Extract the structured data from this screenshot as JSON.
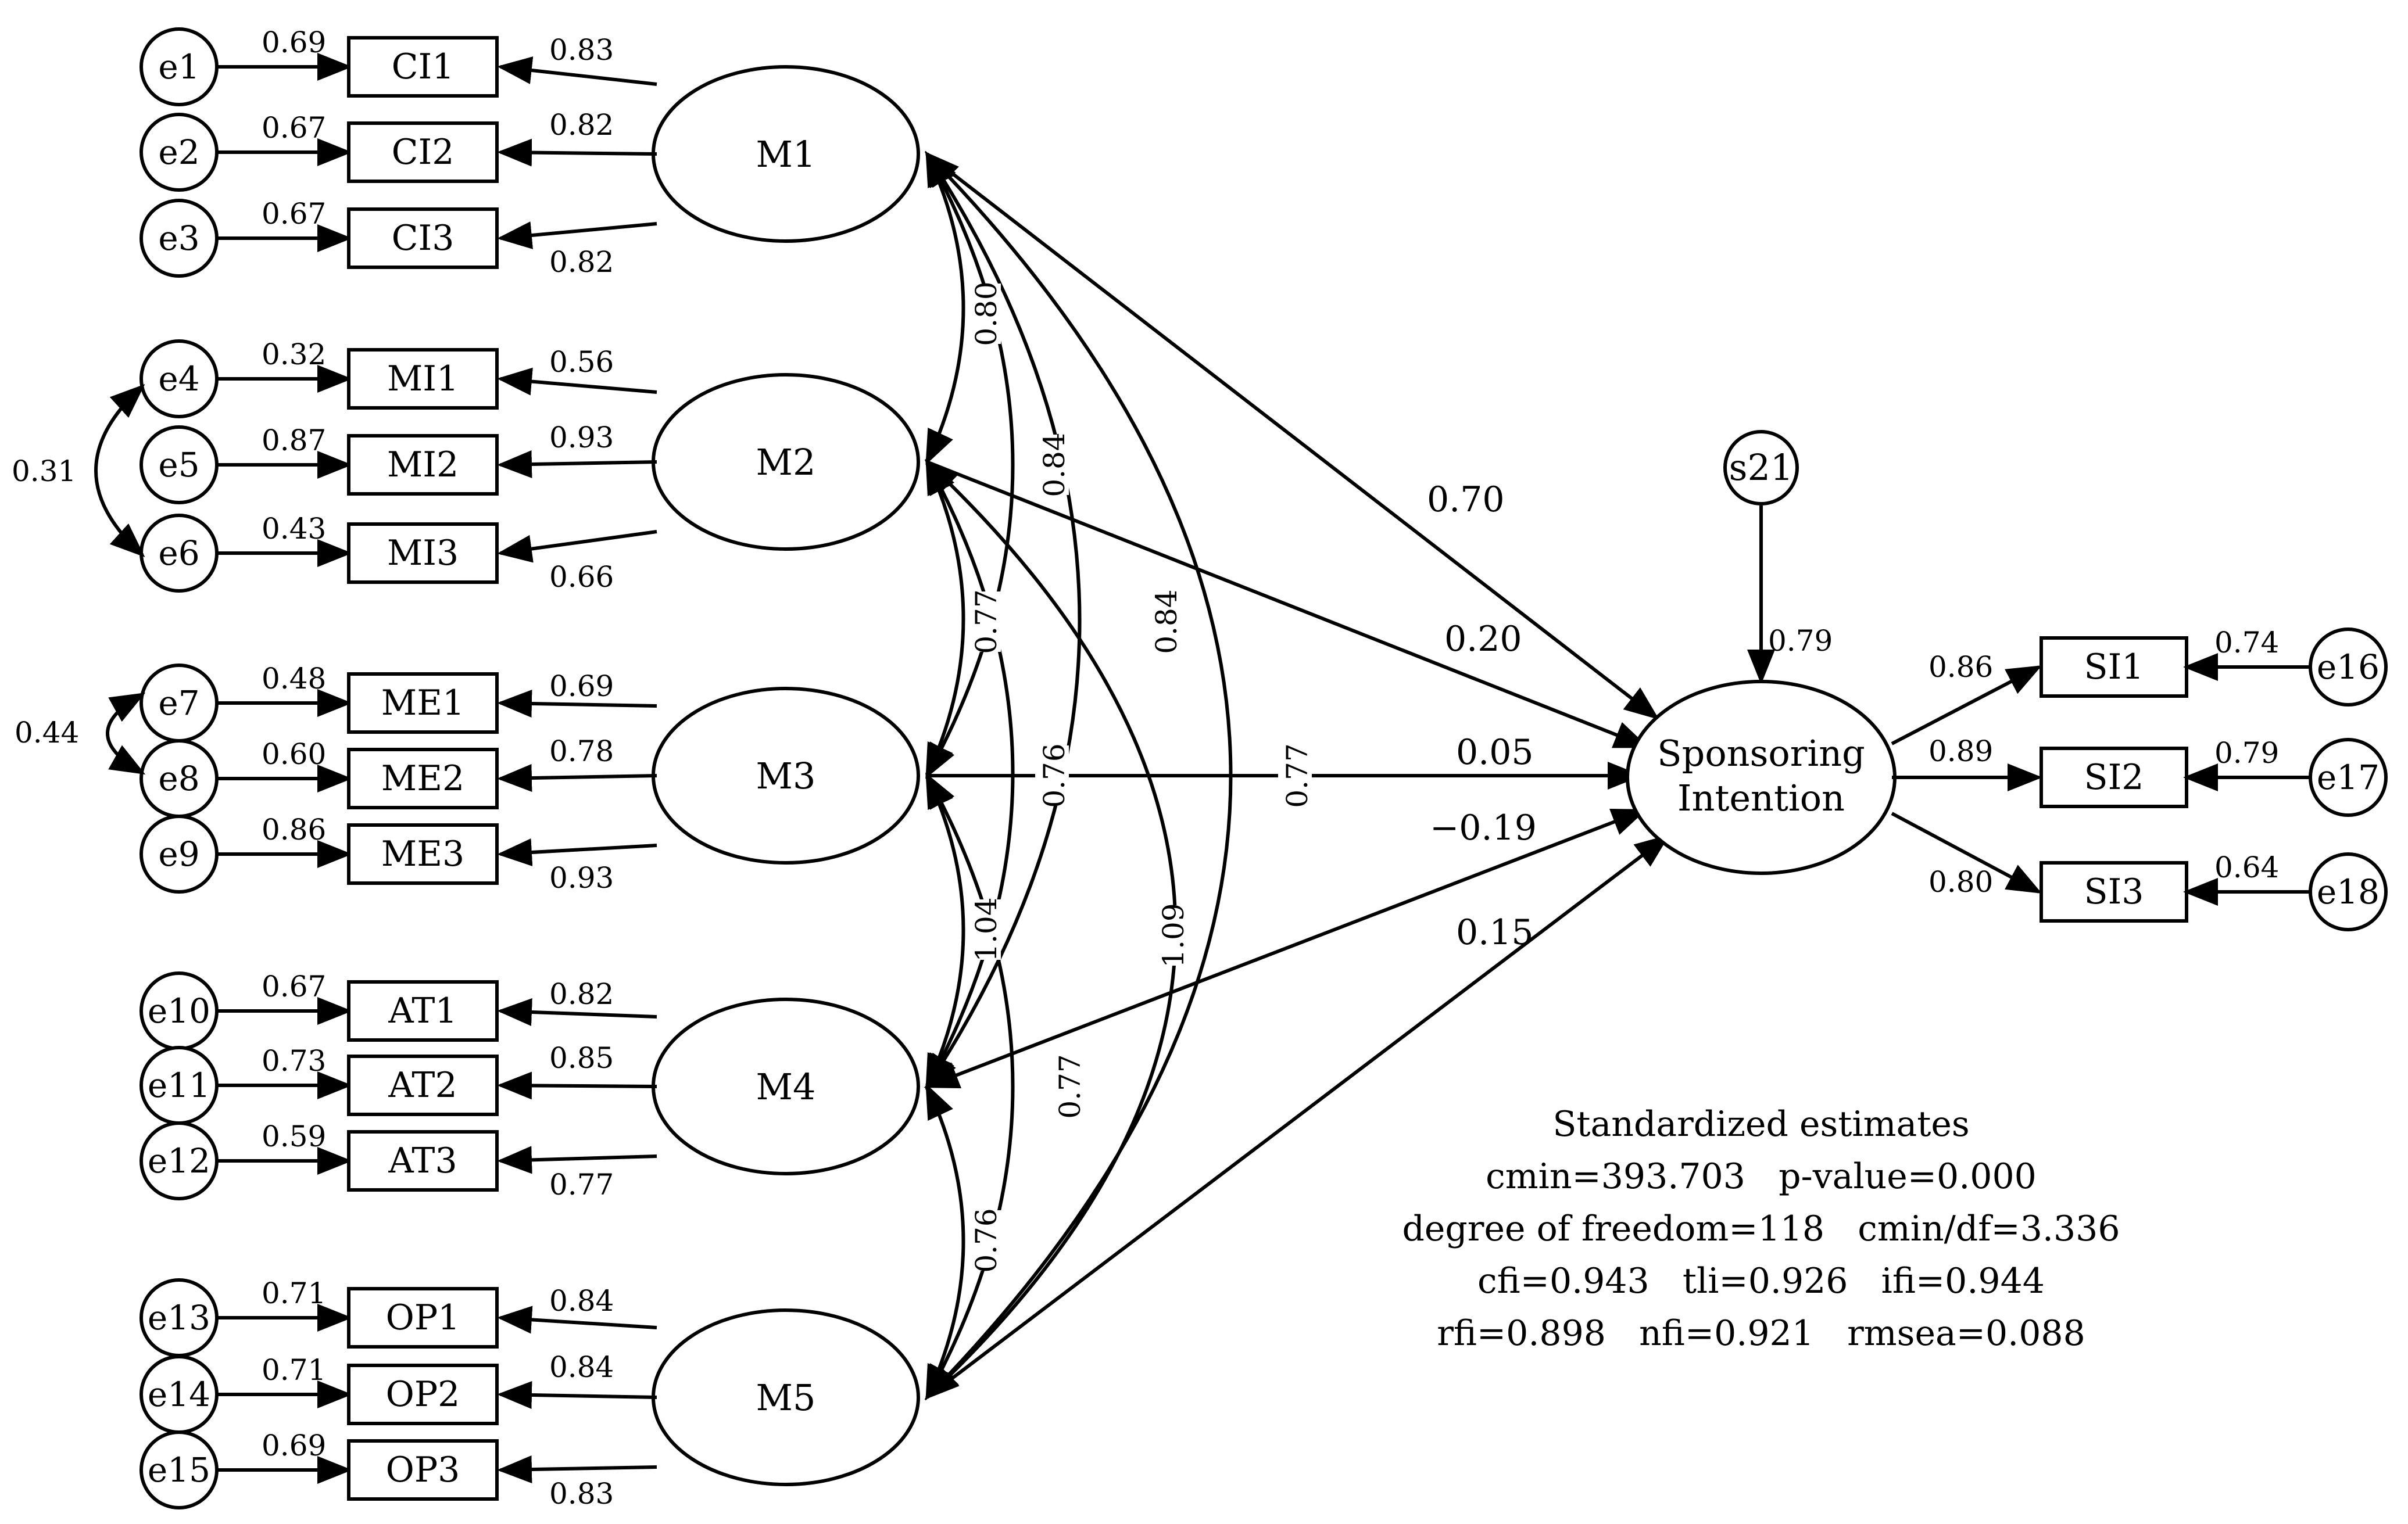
{
  "latent": {
    "m1": "M1",
    "m2": "M2",
    "m3": "M3",
    "m4": "M4",
    "m5": "M5",
    "si_line1": "Sponsoring",
    "si_line2": "Intention",
    "s21": "s21"
  },
  "items": {
    "ci1": "CI1",
    "ci2": "CI2",
    "ci3": "CI3",
    "mi1": "MI1",
    "mi2": "MI2",
    "mi3": "MI3",
    "me1": "ME1",
    "me2": "ME2",
    "me3": "ME3",
    "at1": "AT1",
    "at2": "AT2",
    "at3": "AT3",
    "op1": "OP1",
    "op2": "OP2",
    "op3": "OP3",
    "si1": "SI1",
    "si2": "SI2",
    "si3": "SI3"
  },
  "errors": {
    "e1": "e1",
    "e2": "e2",
    "e3": "e3",
    "e4": "e4",
    "e5": "e5",
    "e6": "e6",
    "e7": "e7",
    "e8": "e8",
    "e9": "e9",
    "e10": "e10",
    "e11": "e11",
    "e12": "e12",
    "e13": "e13",
    "e14": "e14",
    "e15": "e15",
    "e16": "e16",
    "e17": "e17",
    "e18": "e18"
  },
  "error_paths": {
    "e1": "0.69",
    "e2": "0.67",
    "e3": "0.67",
    "e4": "0.32",
    "e5": "0.87",
    "e6": "0.43",
    "e7": "0.48",
    "e8": "0.60",
    "e9": "0.86",
    "e10": "0.67",
    "e11": "0.73",
    "e12": "0.59",
    "e13": "0.71",
    "e14": "0.71",
    "e15": "0.69",
    "e16": "0.74",
    "e17": "0.79",
    "e18": "0.64"
  },
  "loadings": {
    "ci1": "0.83",
    "ci2": "0.82",
    "ci3": "0.82",
    "mi1": "0.56",
    "mi2": "0.93",
    "mi3": "0.66",
    "me1": "0.69",
    "me2": "0.78",
    "me3": "0.93",
    "at1": "0.82",
    "at2": "0.85",
    "at3": "0.77",
    "op1": "0.84",
    "op2": "0.84",
    "op3": "0.83",
    "si1": "0.86",
    "si2": "0.89",
    "si3": "0.80"
  },
  "error_covariances": {
    "e4_e6": "0.31",
    "e7_e8": "0.44"
  },
  "correlations": {
    "m1_m2": "0.80",
    "m1_m3": "0.84",
    "m1_m4": "0.84",
    "m1_m5": "0.77",
    "m2_m3": "0.77",
    "m2_m4": "0.76",
    "m2_m5": "1.09",
    "m3_m4": "1.04",
    "m3_m5": "0.77",
    "m4_m5": "0.76"
  },
  "structural_paths": {
    "m1": "0.70",
    "m2": "0.20",
    "m3": "0.05",
    "m4": "−0.19",
    "m5": "0.15",
    "s21": "0.79"
  },
  "stats": {
    "title": "Standardized estimates",
    "line1": "cmin=393.703   p-value=0.000",
    "line2": "degree of freedom=118   cmin/df=3.336",
    "line3": "cfi=0.943   tli=0.926   ifi=0.944",
    "line4": "rfi=0.898   nfi=0.921   rmsea=0.088"
  },
  "colors": {
    "stroke": "#000000",
    "background": "#ffffff"
  }
}
